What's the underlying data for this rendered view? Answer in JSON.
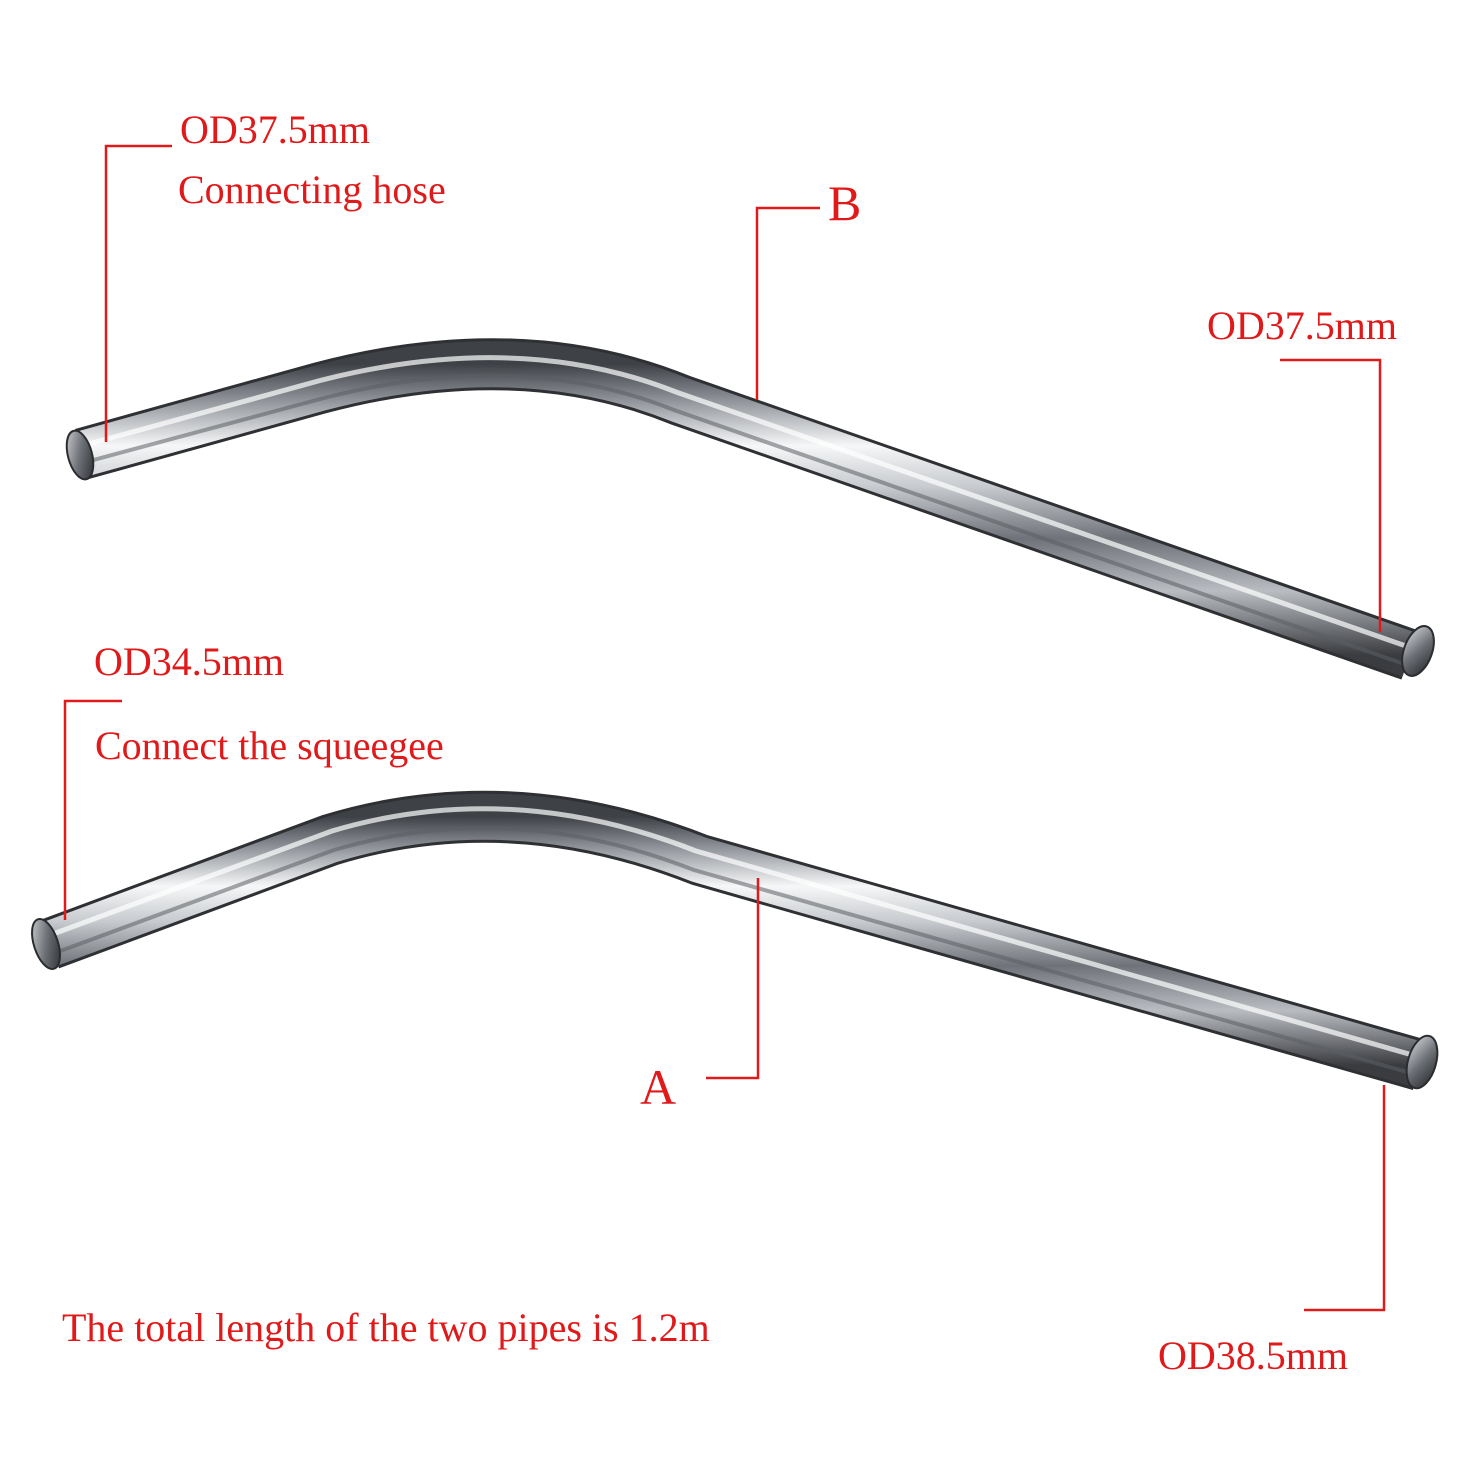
{
  "colors": {
    "annotation": "#e01a1a",
    "background": "#ffffff",
    "steel_dark": "#4a4d52",
    "steel_mid": "#9ea2a8",
    "steel_light": "#f4f5f6"
  },
  "pipe_b": {
    "letter": "B",
    "left_end": {
      "diameter": "OD37.5mm",
      "description": "Connecting hose"
    },
    "right_end": {
      "diameter": "OD37.5mm"
    }
  },
  "pipe_a": {
    "letter": "A",
    "left_end": {
      "diameter": "OD34.5mm",
      "description": "Connect the squeegee"
    },
    "right_end": {
      "diameter": "OD38.5mm"
    }
  },
  "note": "The total length of the two pipes is 1.2m"
}
